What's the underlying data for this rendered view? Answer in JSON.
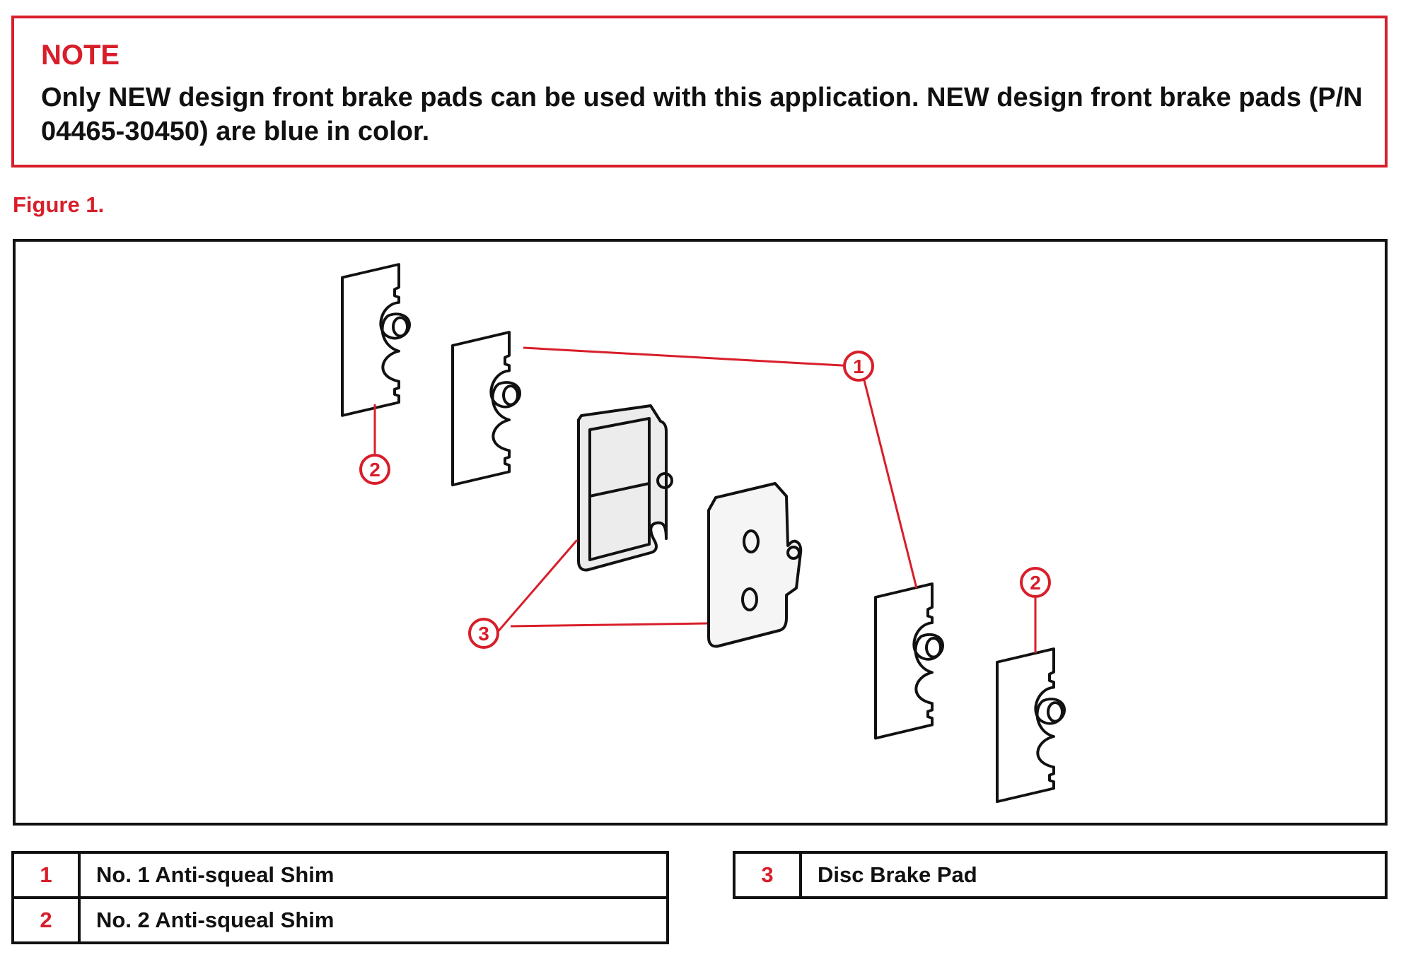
{
  "note": {
    "title": "NOTE",
    "text": "Only NEW design front brake pads can be used with this application. NEW design front brake pads (P/N 04465-30450) are blue in color."
  },
  "figure": {
    "caption": "Figure 1.",
    "callouts": {
      "shim_no1": "1",
      "shim_no2": "2",
      "brake_pad": "3"
    }
  },
  "legend": {
    "left": [
      {
        "num": "1",
        "label": "No. 1 Anti-squeal Shim"
      },
      {
        "num": "2",
        "label": "No. 2 Anti-squeal Shim"
      }
    ],
    "right": [
      {
        "num": "3",
        "label": "Disc Brake Pad"
      }
    ]
  },
  "colors": {
    "accent": "#d81e2a",
    "line": "#111111"
  }
}
